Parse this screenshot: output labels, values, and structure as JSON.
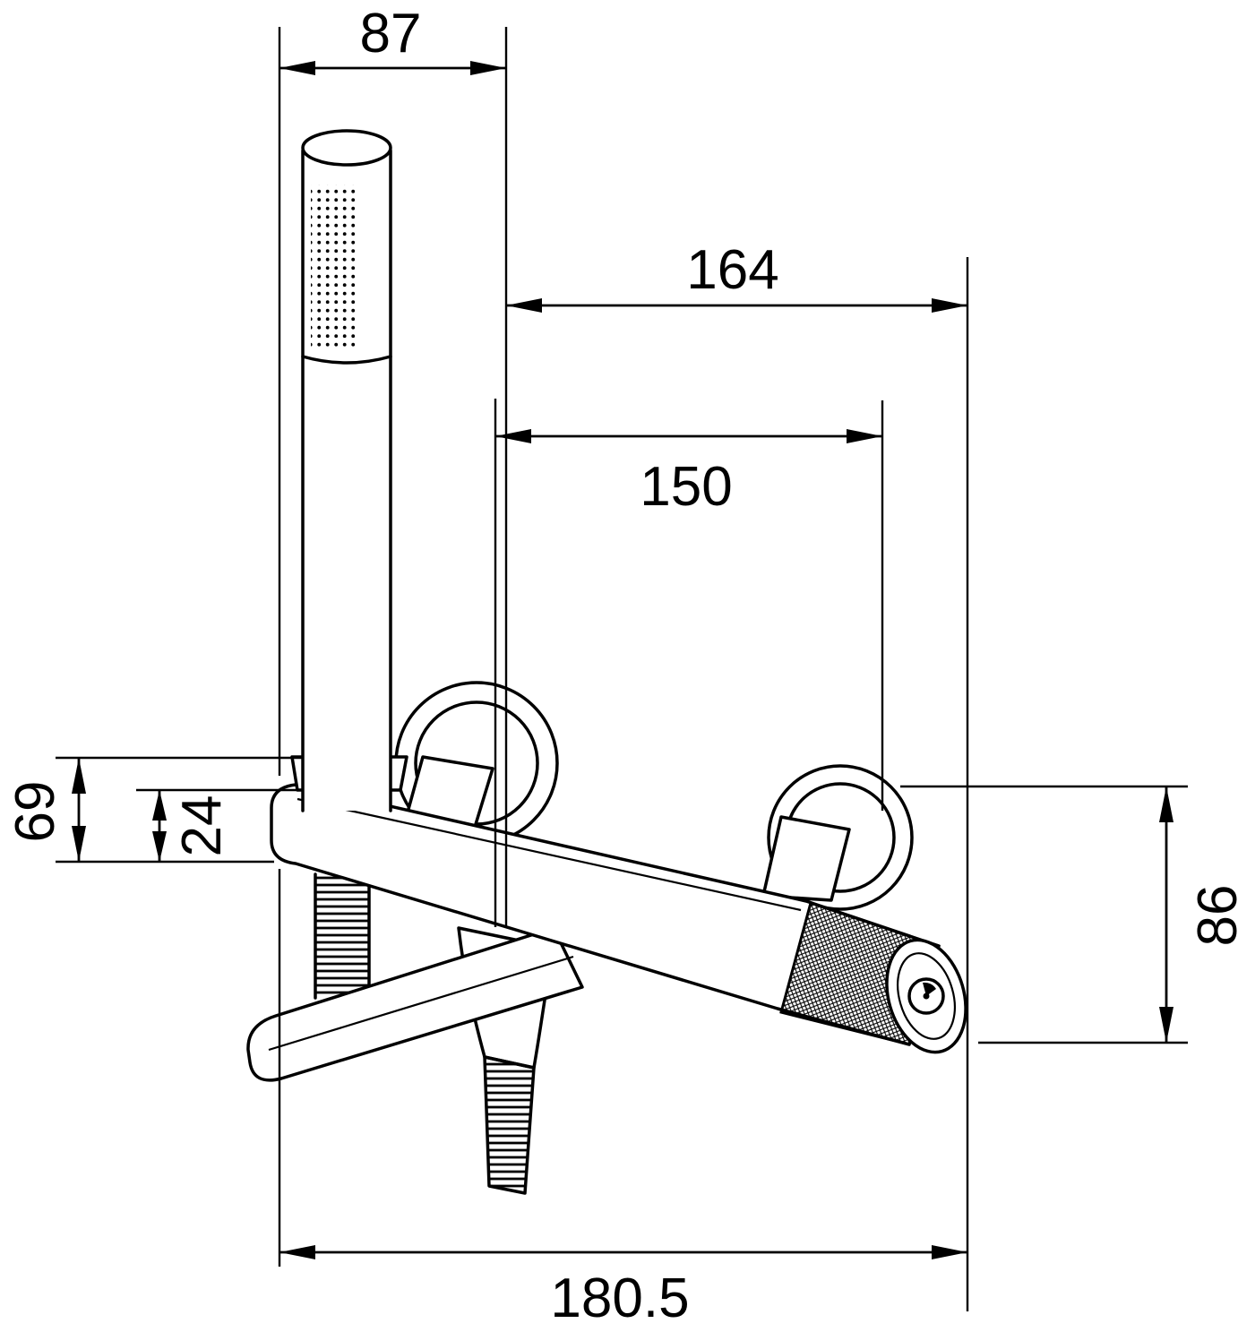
{
  "drawing": {
    "colors": {
      "line": "#000000",
      "background": "#ffffff"
    },
    "dimensions": {
      "top_width": "87",
      "upper_width": "164",
      "middle_width": "150",
      "left_outer_height": "69",
      "left_inner_height": "24",
      "right_height": "86",
      "bottom_width": "180.5"
    }
  }
}
